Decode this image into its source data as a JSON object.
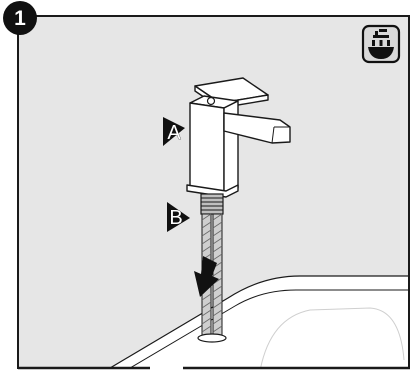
{
  "step": {
    "number": "1"
  },
  "labels": {
    "a": "A",
    "b": "B"
  },
  "icons": {
    "corner": "under-sink-installation-icon"
  },
  "colors": {
    "panel": "#e6e6e6",
    "frame": "#1a1a1a",
    "badge": "#111111",
    "icon_bg": "#d9d9d9"
  }
}
